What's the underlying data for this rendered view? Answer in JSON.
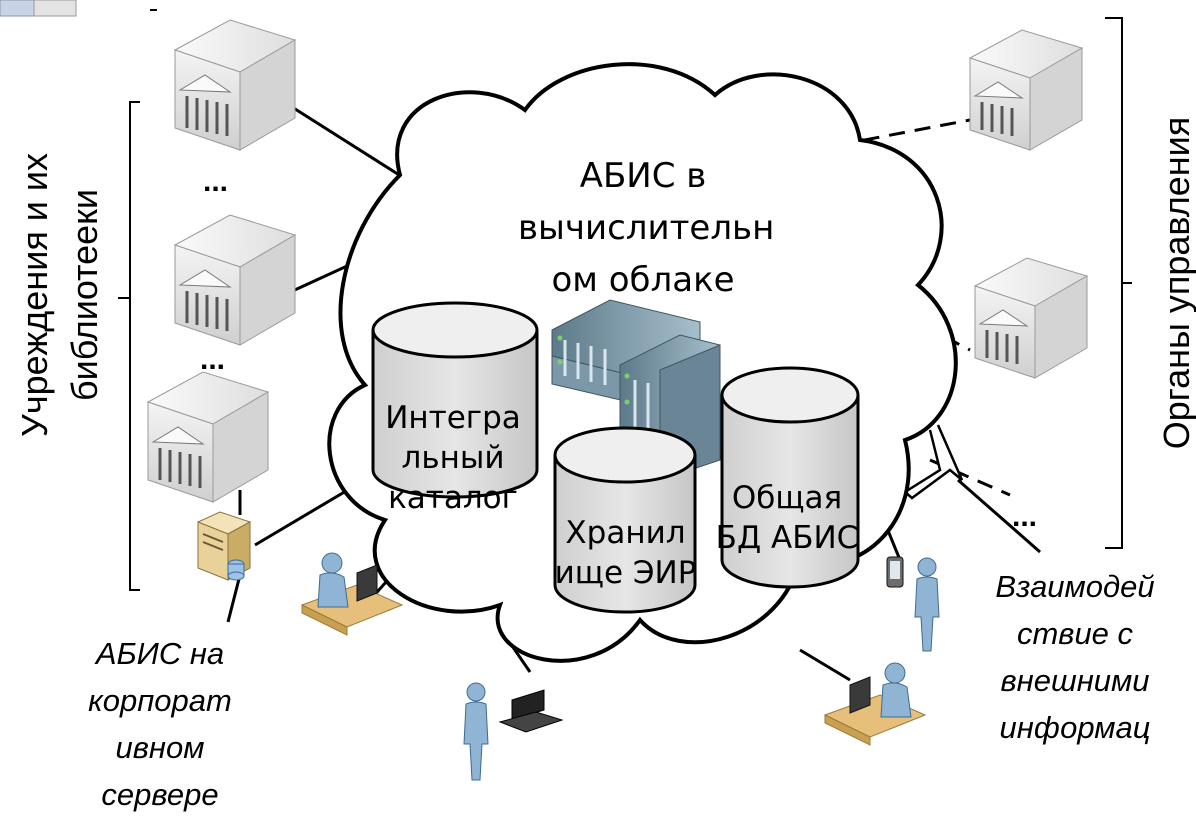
{
  "cloud": {
    "title": "АБИС в вычислительн ом облаке"
  },
  "databases": {
    "catalog": "Интегра льный каталог",
    "storage": "Хранил ище ЭИР",
    "common": "Общая БД АБИС"
  },
  "left_group": {
    "label": "Учреждения и их библиотееки",
    "dots": [
      "...",
      "..."
    ]
  },
  "right_group": {
    "label": "Органы управления",
    "dots": "..."
  },
  "captions": {
    "corporate_server": "АБИС на корпорат ивном сервере",
    "interaction": "Взаимодей ствие с внешними информац"
  },
  "colors": {
    "building_face": "#eeeeee",
    "building_shadow": "#bdbdbd",
    "db_body": "#dddddd",
    "db_top": "#eeeeee",
    "server_blue": "#7c98a8",
    "person_blue": "#8fb4d4",
    "desk": "#e2b96a"
  }
}
